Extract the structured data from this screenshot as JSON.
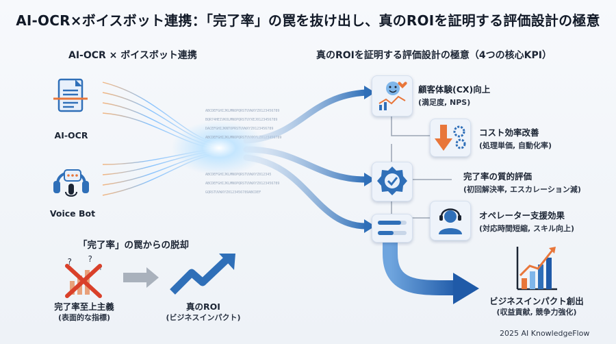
{
  "title": "AI-OCR×ボイスボット連携：「完了率」の罠を抜け出し、真のROIを証明する評価設計の極意",
  "left_heading": "AI-OCR × ボイスボット連携",
  "right_heading": "真のROIを証明する評価設計の極意（4つの核心KPI）",
  "sources": [
    {
      "label": "AI-OCR",
      "icon": "document-scan-icon"
    },
    {
      "label": "Voice Bot",
      "icon": "headset-chat-icon"
    }
  ],
  "kpis": [
    {
      "title": "顧客体験(CX)向上",
      "sub": "(満足度, NPS)",
      "icon": "smiley-chart-icon"
    },
    {
      "title": "コスト効率改善",
      "sub": "(処理単価, 自動化率)",
      "icon": "down-arrow-gears-icon"
    },
    {
      "title": "完了率の質的評価",
      "sub": "(初回解決率, エスカレーション減)",
      "icon": "check-badge-icon"
    },
    {
      "title": "オペレーター支援効果",
      "sub": "(対応時間短縮, スキル向上)",
      "icon": "operator-headset-icon"
    }
  ],
  "trap": {
    "heading": "「完了率」の罠からの脱却",
    "from_title": "完了率至上主義",
    "from_sub": "(表面的な指標)",
    "to_title": "真のROI",
    "to_sub": "(ビジネスインパクト)"
  },
  "outcome": {
    "title": "ビジネスインパクト創出",
    "sub": "(収益貢献, 競争力強化)"
  },
  "footer": "2025 AI KnowledgeFlow",
  "colors": {
    "accent_blue": "#2f6fb8",
    "accent_orange": "#e8763a",
    "dark": "#1b2433"
  }
}
